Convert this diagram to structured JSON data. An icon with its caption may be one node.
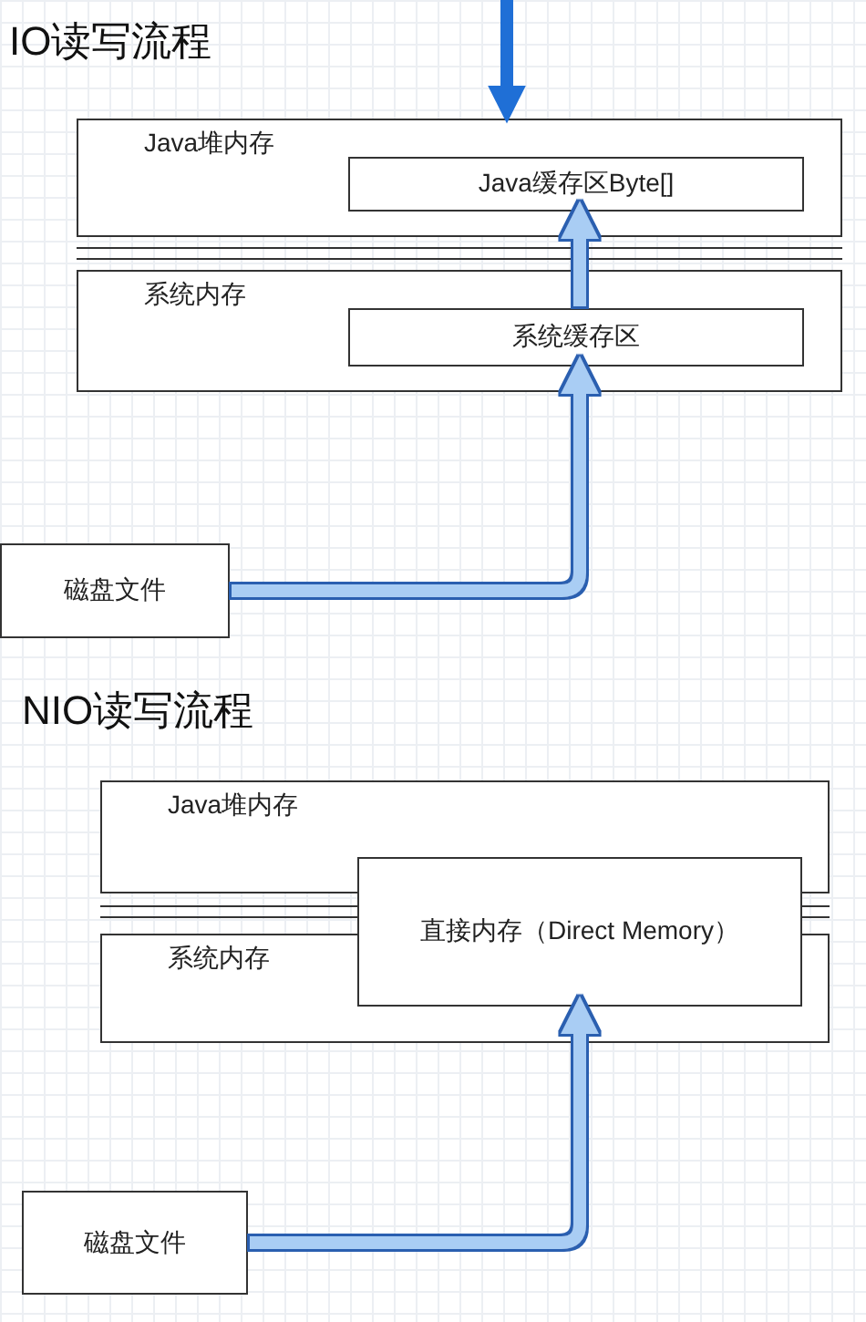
{
  "diagram": {
    "nodes": [
      {
        "text": [
          "Java堆内存"
        ]
      },
      {
        "text": [
          "Java缓存区Byte[]"
        ],
        "in": 0
      },
      {
        "text": [
          "系统内存"
        ]
      },
      {
        "text": [
          "系统缓存区"
        ],
        "in": 2
      },
      {
        "text": [
          "磁盘文件"
        ]
      },
      {
        "text": [
          "Java堆内存"
        ]
      },
      {
        "text": [
          "系统内存"
        ]
      },
      {
        "text": [
          "直接内存（Direct Memory）"
        ]
      },
      {
        "text": [
          "磁盘文件"
        ]
      }
    ],
    "edges": [
      {
        "from": null,
        "to": 0,
        "arrow": "to",
        "color": "#1f6fd6"
      },
      {
        "from": 4,
        "to": 3,
        "arrow": "to"
      },
      {
        "from": 3,
        "to": 1,
        "arrow": "to"
      },
      {
        "from": 8,
        "to": 7,
        "arrow": "to"
      }
    ],
    "labels": [
      "IO读写流程",
      "NIO读写流程"
    ]
  }
}
